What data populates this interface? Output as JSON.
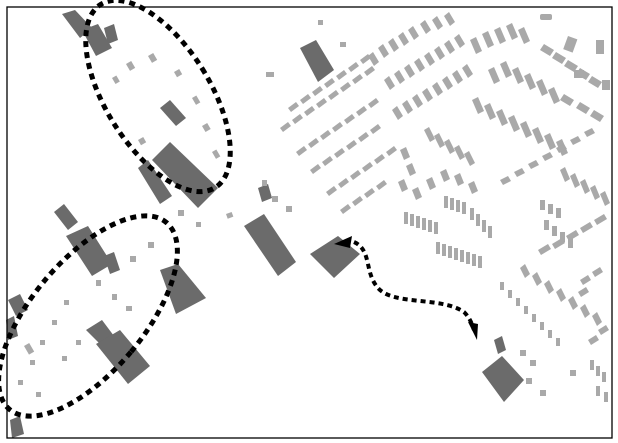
{
  "map": {
    "colors": {
      "background": "#ffffff",
      "building_dark": "#6b6b6b",
      "building_light": "#a9a9a9",
      "outline": "#000000"
    },
    "features": [
      {
        "name": "large-buildings",
        "tone": "dark"
      },
      {
        "name": "small-buildings",
        "tone": "light"
      },
      {
        "name": "dashed-ellipse-north",
        "style": "dashed"
      },
      {
        "name": "dashed-ellipse-south-west",
        "style": "dashed"
      },
      {
        "name": "dashed-route-arrow",
        "style": "dashed",
        "arrowheads": 2
      }
    ]
  }
}
